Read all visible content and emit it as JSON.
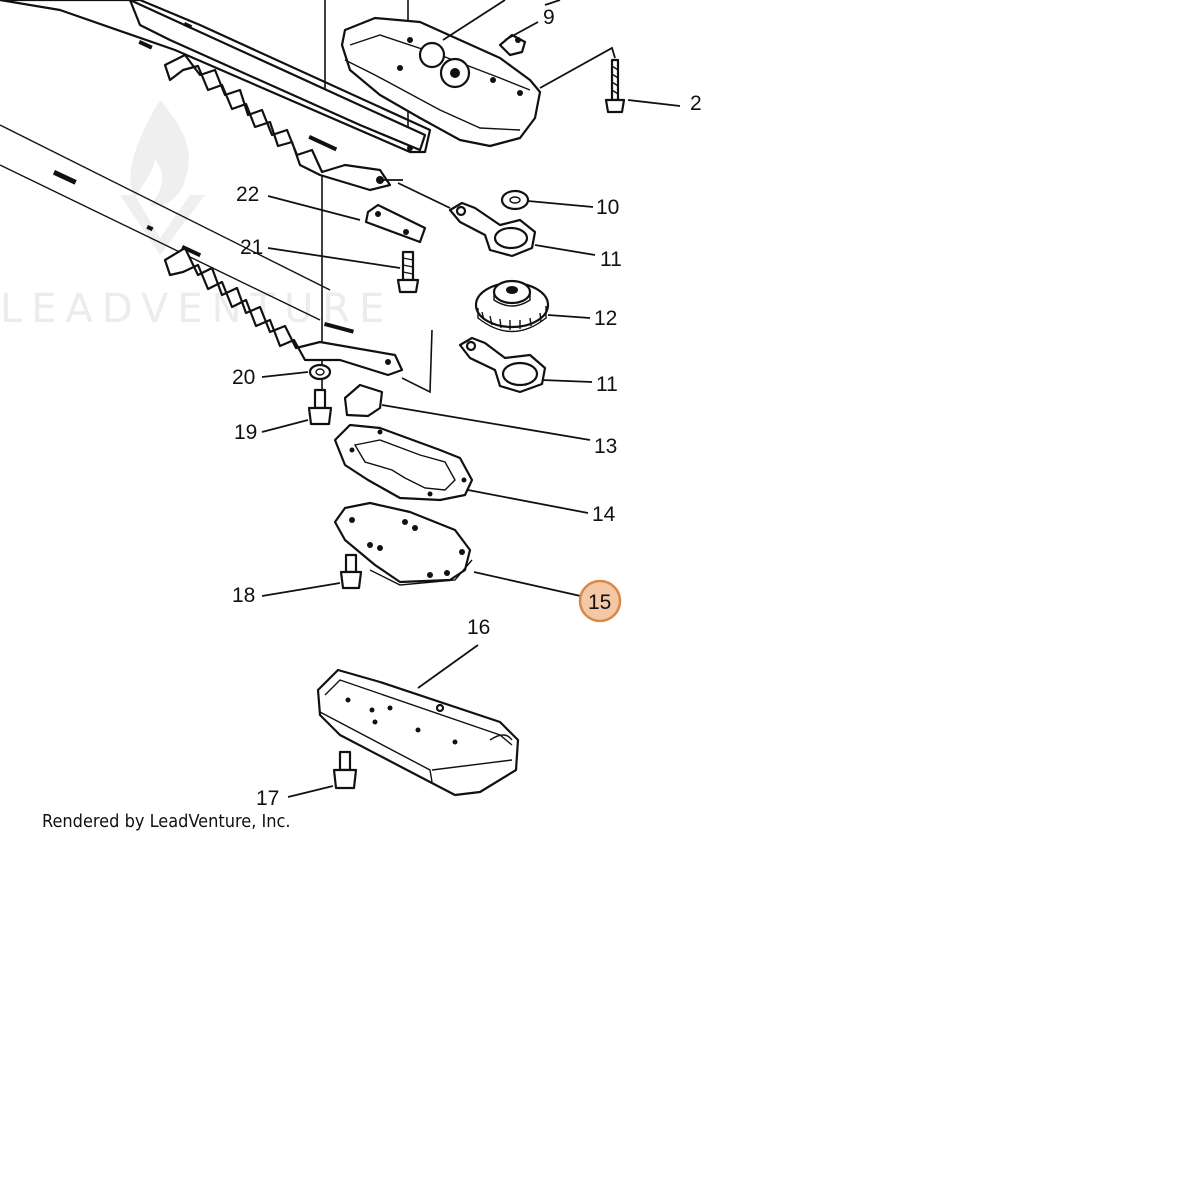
{
  "diagram": {
    "watermark": "LEADVENTURE",
    "credit": "Rendered by LeadVenture, Inc.",
    "highlight_color": "#f3c9a5",
    "highlighted_callout": "15",
    "callouts": {
      "c2": "2",
      "c9": "9",
      "c10": "10",
      "c11a": "11",
      "c12": "12",
      "c11b": "11",
      "c13": "13",
      "c14": "14",
      "c15": "15",
      "c16": "16",
      "c17": "17",
      "c18": "18",
      "c19": "19",
      "c20": "20",
      "c21": "21",
      "c22": "22"
    }
  }
}
